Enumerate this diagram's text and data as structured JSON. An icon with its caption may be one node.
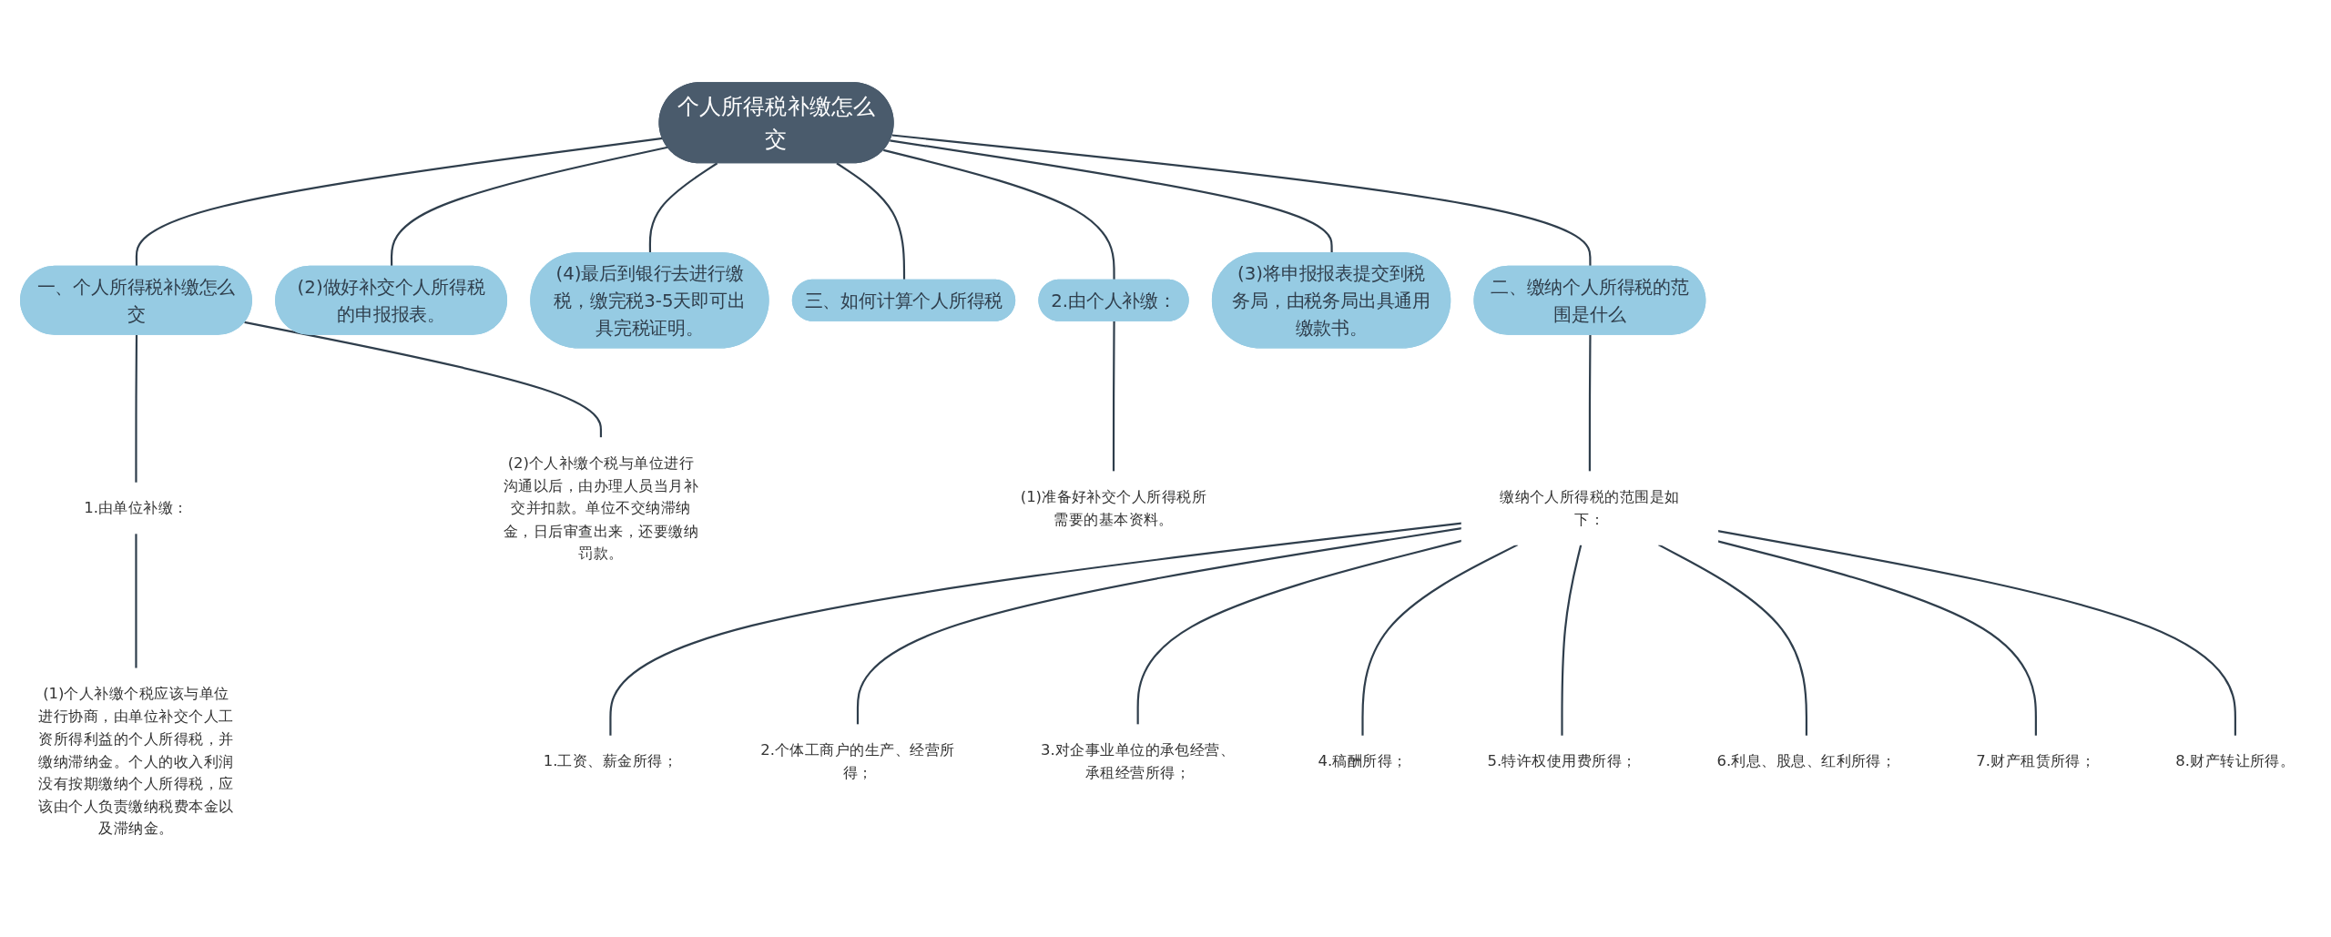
{
  "diagram": {
    "nodes": [
      {
        "text": [
          "个人所得税补缴怎么交"
        ]
      },
      {
        "text": [
          "一、个人所得税补缴怎么交"
        ]
      },
      {
        "text": [
          "1.由单位补缴："
        ]
      },
      {
        "text": [
          "(1)个人补缴个税应该与单位进行协商，由单位补交个人工资所得利益的个人所得税，并缴纳滞纳金。个人的收入利润没有按期缴纳个人所得税，应该由个人负责缴纳税费本金以及滞纳金。"
        ]
      },
      {
        "text": [
          "(2)个人补缴个税与单位进行沟通以后，由办理人员当月补交并扣款。单位不交纳滞纳金，日后审查出来，还要缴纳罚款。"
        ]
      },
      {
        "text": [
          "(2)做好补交个人所得税的申报报表。"
        ]
      },
      {
        "text": [
          "(4)最后到银行去进行缴税，缴完税3-5天即可出具完税证明。"
        ]
      },
      {
        "text": [
          "三、如何计算个人所得税"
        ]
      },
      {
        "text": [
          "2.由个人补缴："
        ]
      },
      {
        "text": [
          "(1)准备好补交个人所得税所需要的基本资料。"
        ]
      },
      {
        "text": [
          "(3)将申报报表提交到税务局，由税务局出具通用缴款书。"
        ]
      },
      {
        "text": [
          "二、缴纳个人所得税的范围是什么"
        ]
      },
      {
        "text": [
          "缴纳个人所得税的范围是如下："
        ]
      },
      {
        "text": [
          "1.工资、薪金所得；"
        ]
      },
      {
        "text": [
          "2.个体工商户的生产、经营所得；"
        ]
      },
      {
        "text": [
          "3.对企事业单位的承包经营、承租经营所得；"
        ]
      },
      {
        "text": [
          "4.稿酬所得；"
        ]
      },
      {
        "text": [
          "5.特许权使用费所得；"
        ]
      },
      {
        "text": [
          "6.利息、股息、红利所得；"
        ]
      },
      {
        "text": [
          "7.财产租赁所得；"
        ]
      },
      {
        "text": [
          "8.财产转让所得。"
        ]
      }
    ],
    "edges": [
      {
        "from": 0,
        "to": 1,
        "arrow": "none"
      },
      {
        "from": 1,
        "to": 2,
        "arrow": "none"
      },
      {
        "from": 2,
        "to": 3,
        "arrow": "none"
      },
      {
        "from": 1,
        "to": 4,
        "arrow": "none"
      },
      {
        "from": 0,
        "to": 5,
        "arrow": "none"
      },
      {
        "from": 0,
        "to": 6,
        "arrow": "none"
      },
      {
        "from": 0,
        "to": 7,
        "arrow": "none"
      },
      {
        "from": 0,
        "to": 8,
        "arrow": "none"
      },
      {
        "from": 8,
        "to": 9,
        "arrow": "none"
      },
      {
        "from": 0,
        "to": 10,
        "arrow": "none"
      },
      {
        "from": 0,
        "to": 11,
        "arrow": "none"
      },
      {
        "from": 11,
        "to": 12,
        "arrow": "none"
      },
      {
        "from": 12,
        "to": 13,
        "arrow": "none"
      },
      {
        "from": 12,
        "to": 14,
        "arrow": "none"
      },
      {
        "from": 12,
        "to": 15,
        "arrow": "none"
      },
      {
        "from": 12,
        "to": 16,
        "arrow": "none"
      },
      {
        "from": 12,
        "to": 17,
        "arrow": "none"
      },
      {
        "from": 12,
        "to": 18,
        "arrow": "none"
      },
      {
        "from": 12,
        "to": 19,
        "arrow": "none"
      },
      {
        "from": 12,
        "to": 20,
        "arrow": "none"
      }
    ]
  }
}
